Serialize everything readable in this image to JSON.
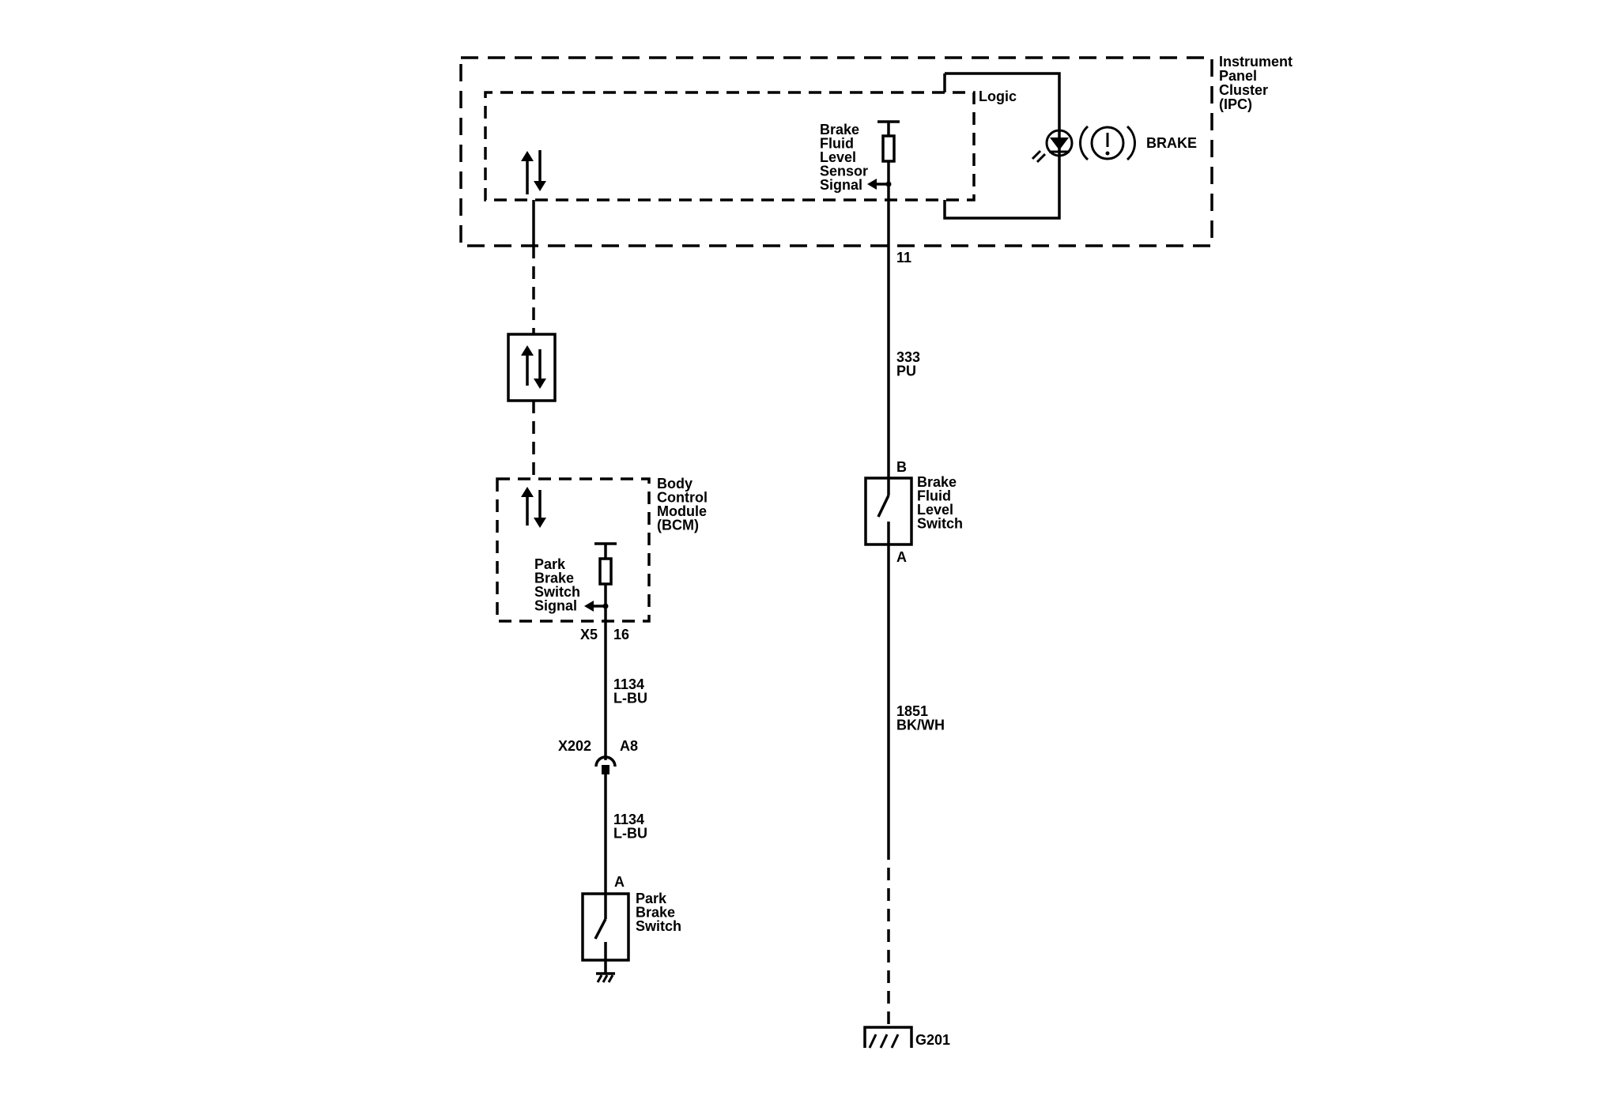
{
  "ipc": {
    "name": [
      "Instrument",
      "Panel",
      "Cluster",
      "(IPC)"
    ],
    "logic": "Logic",
    "lamp": "BRAKE",
    "sensor_signal": [
      "Brake",
      "Fluid",
      "Level",
      "Sensor",
      "Signal"
    ],
    "pin": "11"
  },
  "wire_333": {
    "circuit": "333",
    "color": "PU"
  },
  "fluid_switch": {
    "pin_top": "B",
    "pin_bottom": "A",
    "name": [
      "Brake",
      "Fluid",
      "Level",
      "Switch"
    ]
  },
  "wire_1851": {
    "circuit": "1851",
    "color": "BK/WH"
  },
  "ground": {
    "name": "G201"
  },
  "bcm": {
    "name": [
      "Body",
      "Control",
      "Module",
      "(BCM)"
    ],
    "signal": [
      "Park",
      "Brake",
      "Switch",
      "Signal"
    ],
    "connector": "X5",
    "pin": "16"
  },
  "wire_1134_upper": {
    "circuit": "1134",
    "color": "L-BU"
  },
  "x202": {
    "connector": "X202",
    "pin": "A8"
  },
  "wire_1134_lower": {
    "circuit": "1134",
    "color": "L-BU"
  },
  "park_switch": {
    "pin": "A",
    "name": [
      "Park",
      "Brake",
      "Switch"
    ]
  }
}
